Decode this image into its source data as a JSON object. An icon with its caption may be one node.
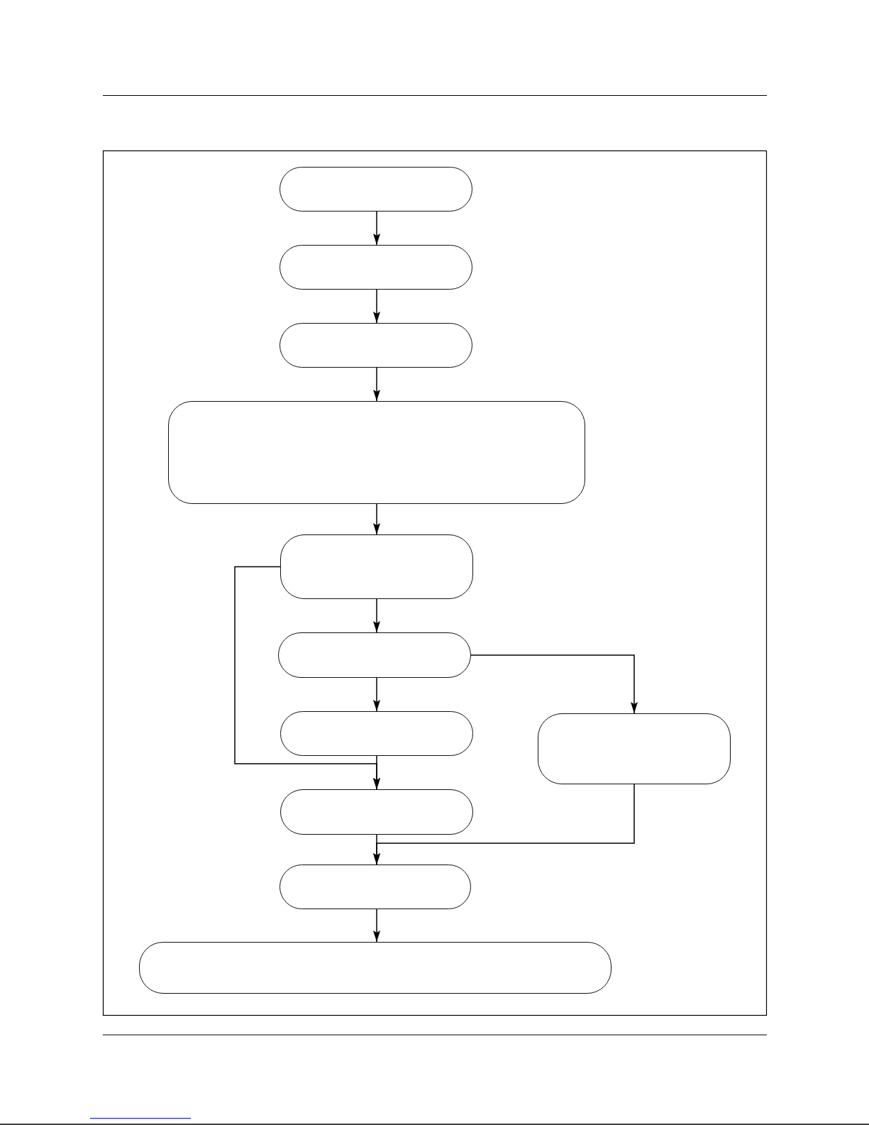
{
  "diagram": {
    "nodes": [
      {
        "text": [],
        "shape": "box"
      },
      {
        "text": [],
        "shape": "box"
      },
      {
        "text": [],
        "shape": "box"
      },
      {
        "text": [],
        "shape": "box"
      },
      {
        "text": [],
        "shape": "box"
      },
      {
        "text": [],
        "shape": "box"
      },
      {
        "text": [],
        "shape": "box"
      },
      {
        "text": [],
        "shape": "box"
      },
      {
        "text": [],
        "shape": "box"
      },
      {
        "text": [],
        "shape": "box"
      },
      {
        "text": [],
        "shape": "box"
      }
    ],
    "edges": [
      {
        "from": 0,
        "to": 1,
        "arrow": "to"
      },
      {
        "from": 1,
        "to": 2,
        "arrow": "to"
      },
      {
        "from": 2,
        "to": 3,
        "arrow": "to"
      },
      {
        "from": 3,
        "to": 4,
        "arrow": "to"
      },
      {
        "from": 4,
        "to": 5,
        "arrow": "to"
      },
      {
        "from": 5,
        "to": 6,
        "arrow": "to"
      },
      {
        "from": 6,
        "to": 7,
        "arrow": "to"
      },
      {
        "from": 4,
        "to": 7,
        "arrow": "to"
      },
      {
        "from": 5,
        "to": 9,
        "arrow": "to"
      },
      {
        "from": 7,
        "to": 8,
        "arrow": "to"
      },
      {
        "from": 9,
        "to": 8,
        "arrow": "to"
      },
      {
        "from": 8,
        "to": 10,
        "arrow": "to"
      }
    ]
  }
}
